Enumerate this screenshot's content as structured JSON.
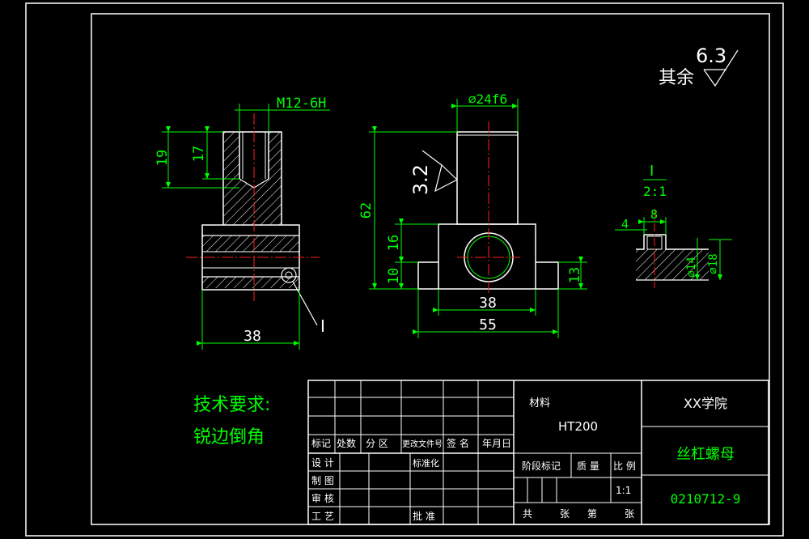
{
  "drawing": {
    "surface_finish": {
      "label": "其余",
      "value": "6.3"
    },
    "front_view": {
      "thread_label": "M12-6H",
      "dim_19": "19",
      "dim_17": "17",
      "dim_38": "38",
      "detail_marker": "I"
    },
    "side_view": {
      "shaft_label": "⌀24f6",
      "roughness": "3.2",
      "dim_62": "62",
      "dim_16": "16",
      "dim_10": "10",
      "dim_13": "13",
      "dim_38": "38",
      "dim_55": "55"
    },
    "detail_view": {
      "label": "I",
      "scale": "2:1",
      "dim_8": "8",
      "dim_4": "4",
      "dim_phi14": "⌀14",
      "dim_phi18": "⌀18"
    },
    "technical_requirements": {
      "title": "技术要求:",
      "item": "锐边倒角"
    }
  },
  "title_block": {
    "material_label": "材料",
    "material_value": "HT200",
    "school": "XX学院",
    "part_name": "丝杠螺母",
    "drawing_no": "0210712-9",
    "rev_headers": [
      "标记",
      "处数",
      "分 区",
      "更改文件号",
      "签 名",
      "年月日"
    ],
    "design": "设 计",
    "standardize": "标准化",
    "drafting": "制 图",
    "review": "审 核",
    "process": "工 艺",
    "approve": "批 准",
    "stage_mark": "阶段标记",
    "weight": "质 量",
    "scale_label": "比 例",
    "scale_value": "1:1",
    "total": "共",
    "sheets": "张",
    "sheet_no": "第",
    "sheet": "张"
  }
}
